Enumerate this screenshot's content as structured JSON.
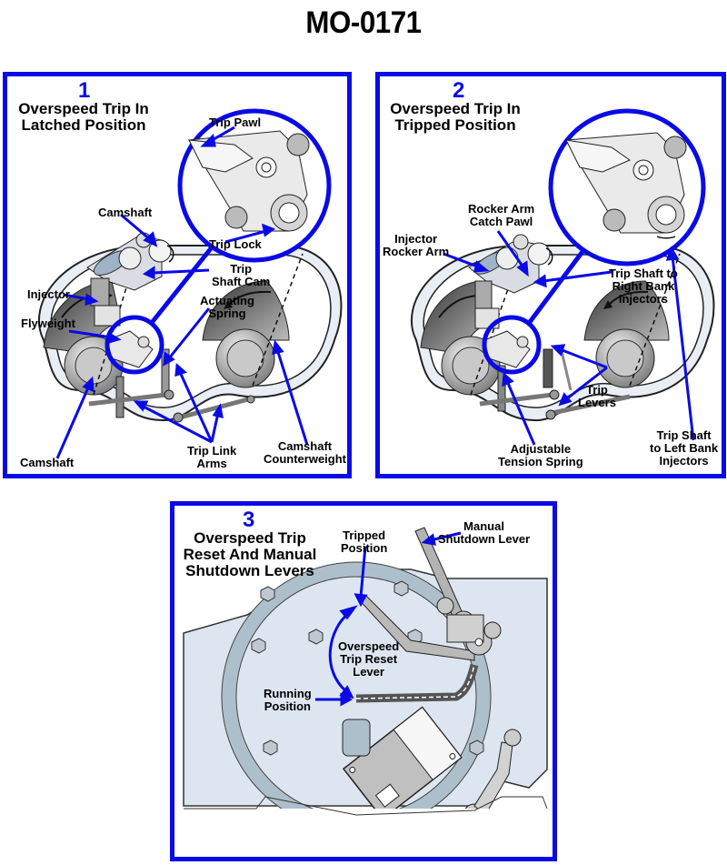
{
  "document": {
    "title": "MO-0171"
  },
  "panels": [
    {
      "number": "1",
      "title_line1": "Overspeed Trip In",
      "title_line2": "Latched Position",
      "labels": {
        "trip_pawl": "Trip Pawl",
        "trip_lock": "Trip Lock",
        "camshaft_top": "Camshaft",
        "trip_shaft_cam_1": "Trip",
        "trip_shaft_cam_2": "Shaft Cam",
        "injector": "Injector",
        "actuating_spring_1": "Actuating",
        "actuating_spring_2": "Spring",
        "flyweight": "Flyweight",
        "camshaft_bottom": "Camshaft",
        "trip_link_arms_1": "Trip Link",
        "trip_link_arms_2": "Arms",
        "camshaft_counterweight_1": "Camshaft",
        "camshaft_counterweight_2": "Counterweight"
      }
    },
    {
      "number": "2",
      "title_line1": "Overspeed Trip In",
      "title_line2": "Tripped Position",
      "labels": {
        "rocker_arm_catch_pawl_1": "Rocker Arm",
        "rocker_arm_catch_pawl_2": "Catch Pawl",
        "injector_rocker_arm_1": "Injector",
        "injector_rocker_arm_2": "Rocker Arm",
        "trip_shaft_right_1": "Trip Shaft to",
        "trip_shaft_right_2": "Right Bank",
        "trip_shaft_right_3": "Injectors",
        "trip_levers_1": "Trip",
        "trip_levers_2": "Levers",
        "adjustable_spring_1": "Adjustable",
        "adjustable_spring_2": "Tension Spring",
        "trip_shaft_left_1": "Trip Shaft",
        "trip_shaft_left_2": "to Left Bank",
        "trip_shaft_left_3": "Injectors"
      }
    },
    {
      "number": "3",
      "title_line1": "Overspeed Trip",
      "title_line2": "Reset And Manual",
      "title_line3": "Shutdown Levers",
      "labels": {
        "tripped_position_1": "Tripped",
        "tripped_position_2": "Position",
        "manual_shutdown_1": "Manual",
        "manual_shutdown_2": "Shutdown Lever",
        "reset_lever_1": "Overspeed",
        "reset_lever_2": "Trip Reset",
        "reset_lever_3": "Lever",
        "running_position_1": "Running",
        "running_position_2": "Position"
      }
    }
  ],
  "colors": {
    "accent_blue": "#0a0ae6",
    "housing_fill": "#dde6f0",
    "metal_gray": "#a8a8a8",
    "dark_gray": "#555555"
  }
}
